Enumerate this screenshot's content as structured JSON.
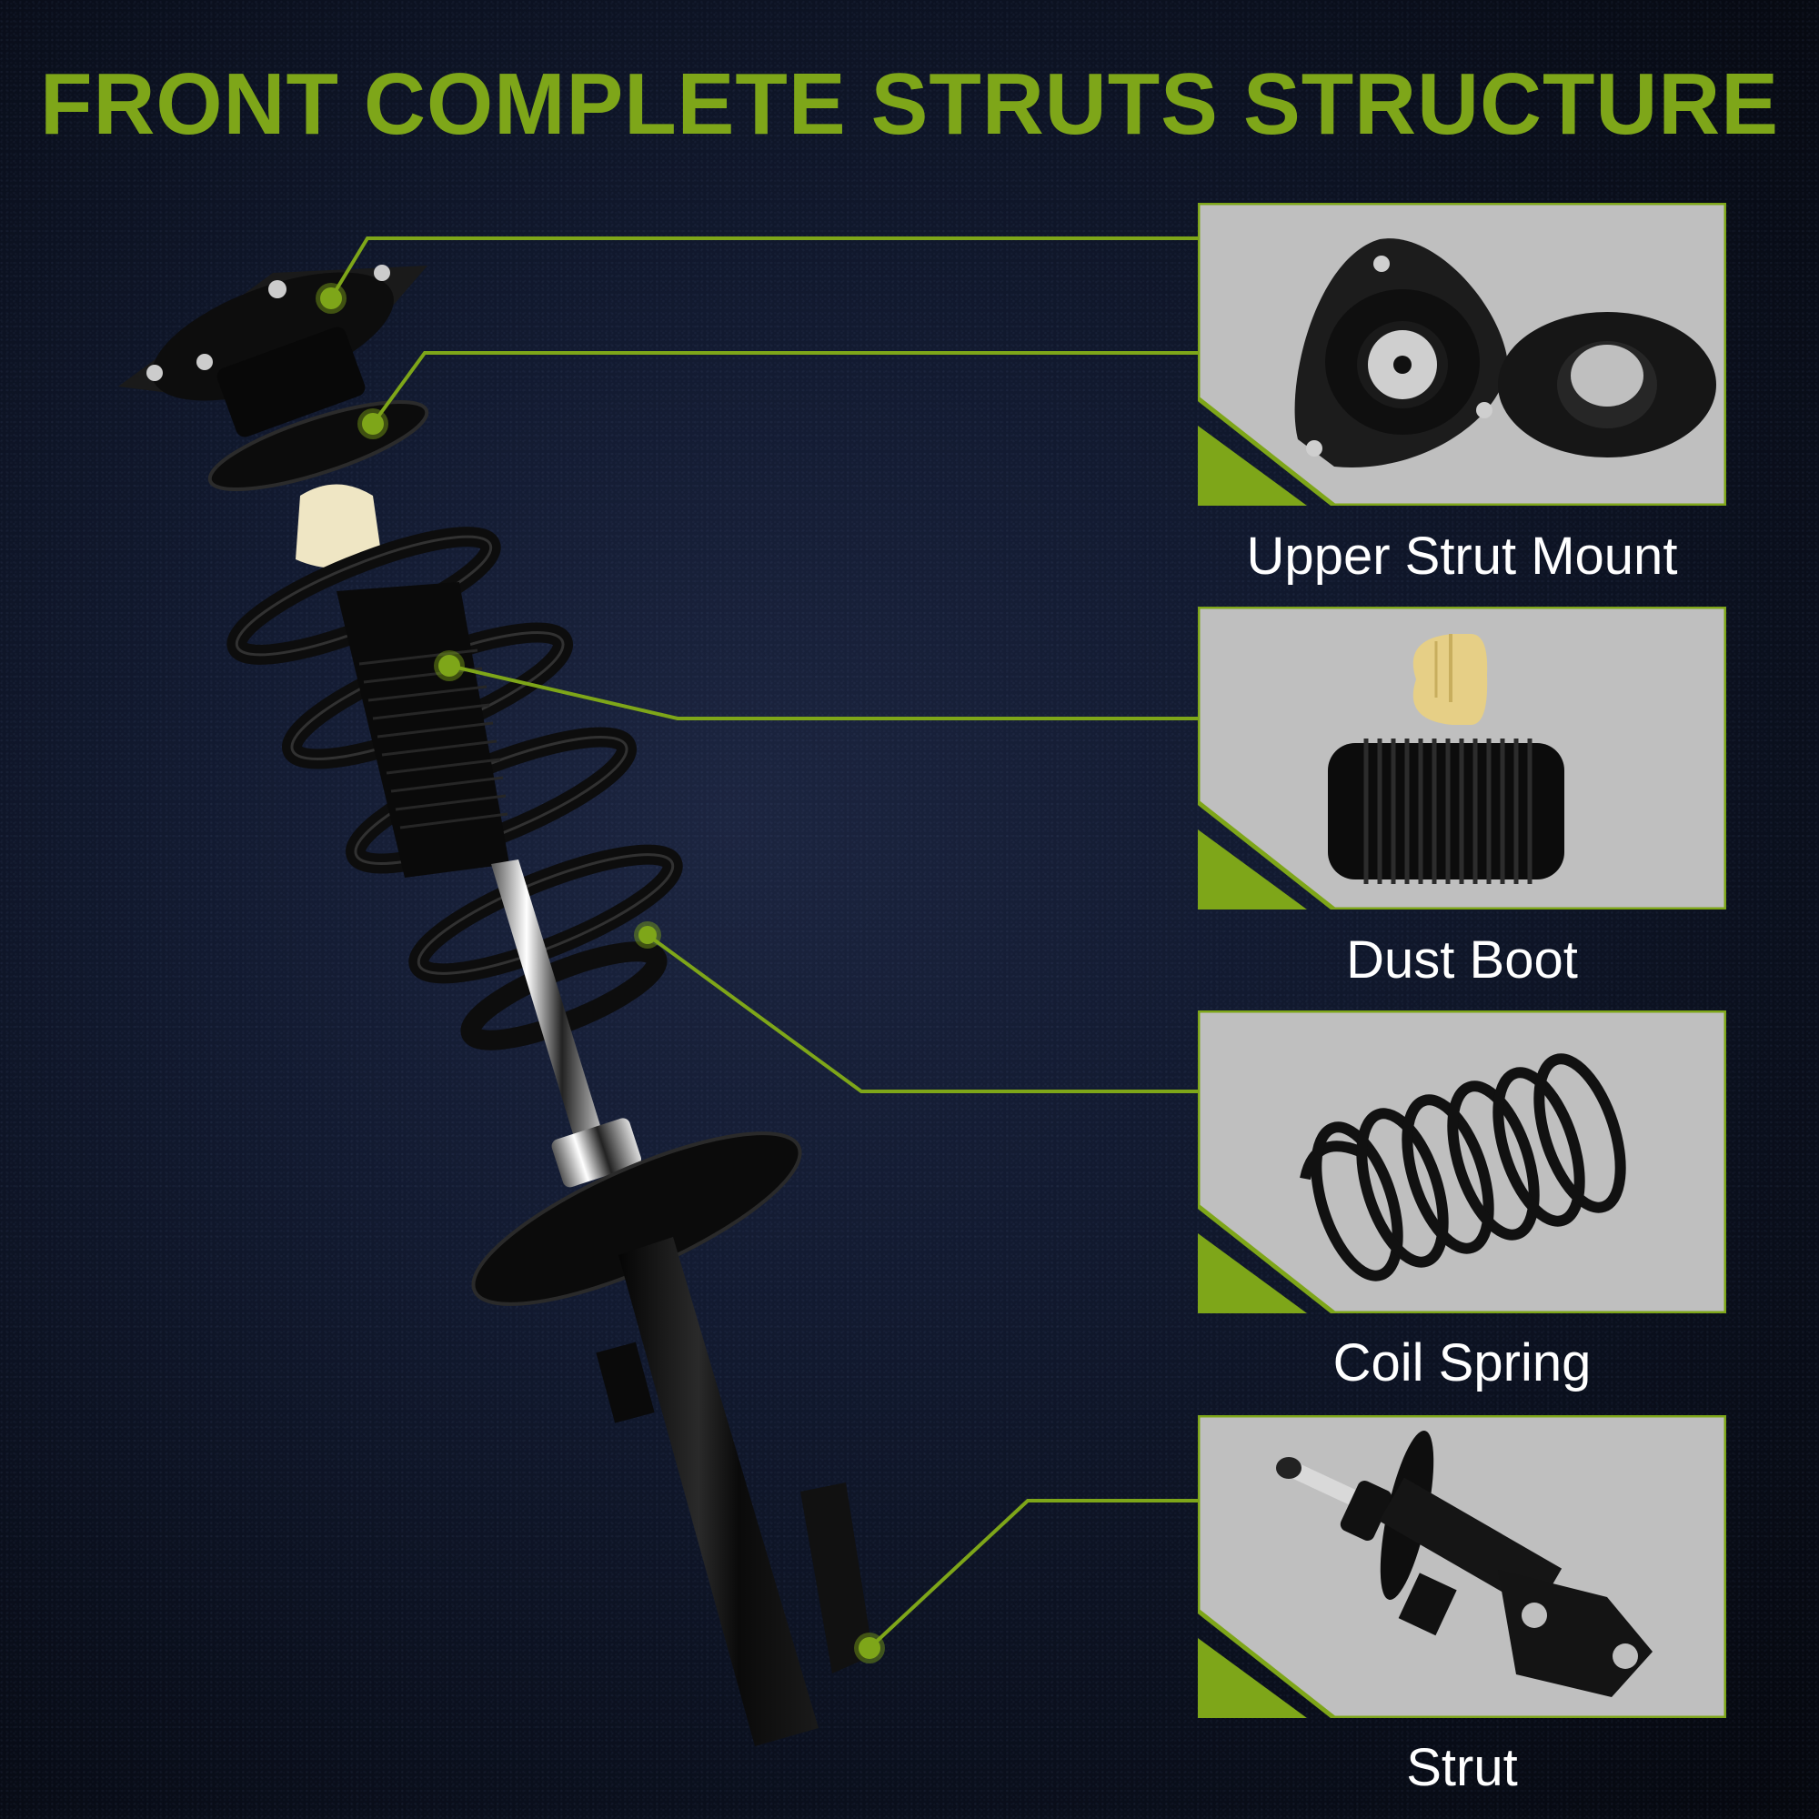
{
  "title": "FRONT COMPLETE STRUTS STRUCTURE",
  "colors": {
    "accent": "#7ea619",
    "panel_bg": "#bfbfbf",
    "background": "#0e1424",
    "label_text": "#ffffff"
  },
  "components": [
    {
      "id": "upper-strut-mount",
      "label": "Upper Strut Mount",
      "icon": "strut-mount-icon"
    },
    {
      "id": "dust-boot",
      "label": "Dust Boot",
      "icon": "dust-boot-icon"
    },
    {
      "id": "coil-spring",
      "label": "Coil Spring",
      "icon": "coil-spring-icon"
    },
    {
      "id": "strut",
      "label": "Strut",
      "icon": "strut-icon"
    }
  ],
  "callouts": [
    {
      "target": "upper-strut-mount",
      "dot": [
        364,
        328
      ]
    },
    {
      "target": "upper-strut-mount",
      "dot": [
        410,
        466
      ]
    },
    {
      "target": "dust-boot",
      "dot": [
        494,
        732
      ]
    },
    {
      "target": "coil-spring",
      "dot": [
        712,
        1028
      ]
    },
    {
      "target": "strut",
      "dot": [
        956,
        1812
      ]
    }
  ]
}
